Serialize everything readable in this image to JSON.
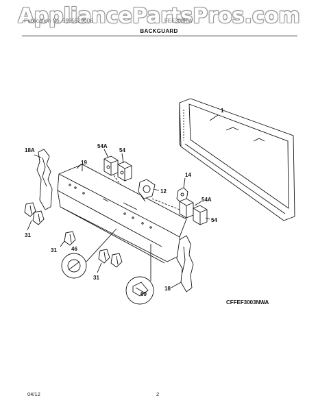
{
  "watermark": "AppliancePartsPros.com",
  "header": {
    "publication": "Publication No. 5995529006",
    "model": "FEF303KW",
    "section_title": "BACKGUARD"
  },
  "diagram_code": "CFFEF3003NWA",
  "callouts": {
    "c1": "1",
    "c18a": "18A",
    "c54a_top": "54A",
    "c54_top": "54",
    "c19": "19",
    "c12": "12",
    "c14": "14",
    "c54a_right": "54A",
    "c54_right": "54",
    "c31_left": "31",
    "c31_mid": "31",
    "c31_bottom": "31",
    "c46": "46",
    "c18": "18",
    "c69": "69"
  },
  "footer": {
    "date": "04/12",
    "page": "2"
  }
}
